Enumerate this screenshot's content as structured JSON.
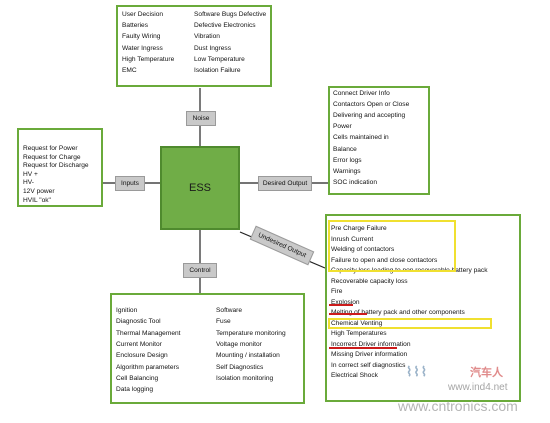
{
  "center": "ESS",
  "labels": {
    "noise": "Noise",
    "inputs": "Inputs",
    "desired": "Desired Output",
    "undesired": "Undesired Output",
    "control": "Control"
  },
  "noise": {
    "col1": [
      "User Decision",
      "Batteries",
      "Faulty Wiring",
      "Water Ingress",
      "High Temperature",
      "EMC"
    ],
    "col2": [
      "Software Bugs Defective",
      "Defective Electronics",
      "Vibration",
      "Dust Ingress",
      "Low Temperature",
      "Isolation Failure"
    ]
  },
  "inputs": [
    "Request for Power",
    "Request for Charge",
    "Request for Discharge",
    "HV +",
    "HV-",
    "12V power",
    "HVIL \"ok\""
  ],
  "desired": [
    "Connect Driver Info",
    "Contactors Open or Close",
    "Delivering and accepting",
    "Power",
    "Cells maintained in",
    "Balance",
    "Error logs",
    "Warnings",
    "SOC indication"
  ],
  "undesired": [
    "Pre Charge Failure",
    "Inrush Current",
    "Welding of contactors",
    "Failure to open and close contactors",
    "Capacity loss leading to non recoverable battery pack",
    "Recoverable capacity loss",
    "Fire",
    "Explosion",
    "Melting of battery pack and other components",
    "Chemical Venting",
    "High Temperatures",
    "Incorrect Driver information",
    "Missing Driver information",
    "In correct self diagnostics",
    "Electrical Shock"
  ],
  "control": {
    "col1": [
      "Ignition",
      "Diagnostic Tool",
      "Thermal Management",
      "Current Monitor",
      "Enclosure Design",
      "Algorithm parameters",
      "Cell Balancing",
      "Data logging"
    ],
    "col2": [
      "Software",
      "Fuse",
      "Temperature monitoring",
      "Voltage monitor",
      "Mounting / installation",
      "Self Diagnostics",
      "Isolation monitoring"
    ]
  },
  "watermark": {
    "logo": "汽车人",
    "url1": "www.ind4.net",
    "url2": "www.cntronics.com"
  },
  "colors": {
    "box_border": "#6aaa3a",
    "ess_fill": "#70ad47",
    "highlight": "#f0e030",
    "underline": "#cc1b1b"
  }
}
